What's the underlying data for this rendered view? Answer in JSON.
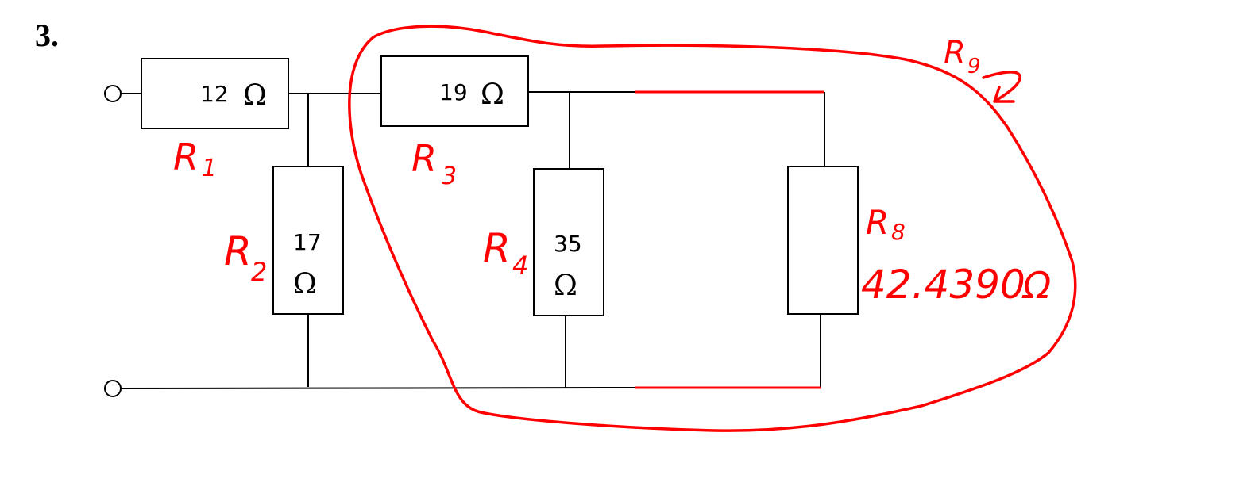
{
  "question_number": "3.",
  "resistors": {
    "r1": {
      "value": "12",
      "unit": "Ω",
      "label": "R",
      "sub": "1"
    },
    "r2": {
      "value": "17",
      "unit": "Ω",
      "label": "R",
      "sub": "2"
    },
    "r3": {
      "value": "19",
      "unit": "Ω",
      "label": "R",
      "sub": "3"
    },
    "r4": {
      "value": "35",
      "unit": "Ω",
      "label": "R",
      "sub": "4"
    },
    "r8": {
      "value": "42.4390",
      "unit": "Ω",
      "label": "R",
      "sub": "8"
    }
  },
  "annotation": {
    "label": "R",
    "sub": "9"
  },
  "colors": {
    "ink": "#ff0000",
    "wire": "#000000"
  }
}
